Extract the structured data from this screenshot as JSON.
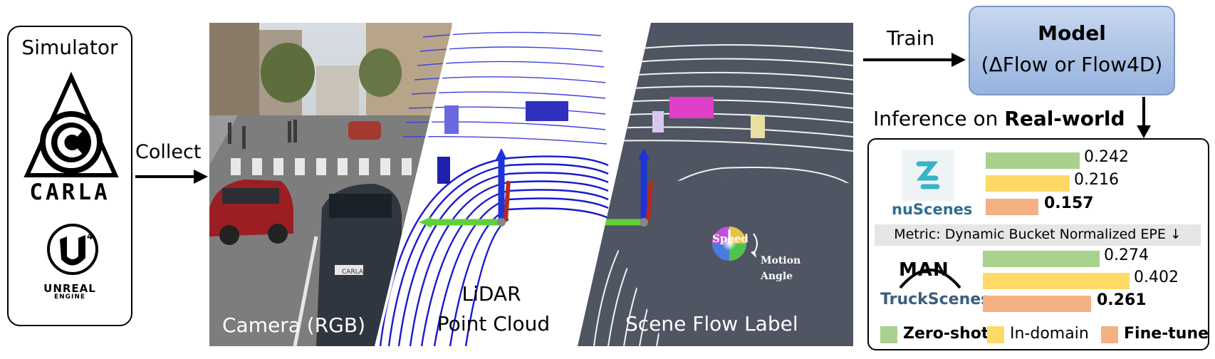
{
  "simulator": {
    "title": "Simulator",
    "carla_logo_text": "CARLA",
    "unreal_logo_text": "UNREAL",
    "unreal_logo_sub": "ENGINE"
  },
  "arrows": {
    "collect": "Collect",
    "train": "Train"
  },
  "panels": {
    "camera": "Camera (RGB)",
    "lidar_line1": "LiDAR",
    "lidar_line2": "Point Cloud",
    "scene_flow": "Scene Flow Label",
    "speed": "Speed",
    "motion": "Motion",
    "angle": "Angle"
  },
  "model": {
    "title": "Model",
    "subtitle": "(ΔFlow or Flow4D)"
  },
  "inference": {
    "prefix": "Inference on ",
    "bold": "Real-world"
  },
  "results": {
    "metric": "Metric: Dynamic Bucket Normalized EPE ↓",
    "datasets": [
      {
        "name": "nuScenes",
        "values": {
          "zero_shot": "0.242",
          "in_domain": "0.216",
          "fine_tune": "0.157"
        }
      },
      {
        "name": "TruckScenes",
        "logo_text": "MAN",
        "values": {
          "zero_shot": "0.274",
          "in_domain": "0.402",
          "fine_tune": "0.261"
        }
      }
    ],
    "legend": [
      "Zero-shot",
      "In-domain",
      "Fine-tune"
    ],
    "colors": {
      "zero_shot": "#a9d18e",
      "in_domain": "#ffd966",
      "fine_tune": "#f4b183"
    }
  }
}
